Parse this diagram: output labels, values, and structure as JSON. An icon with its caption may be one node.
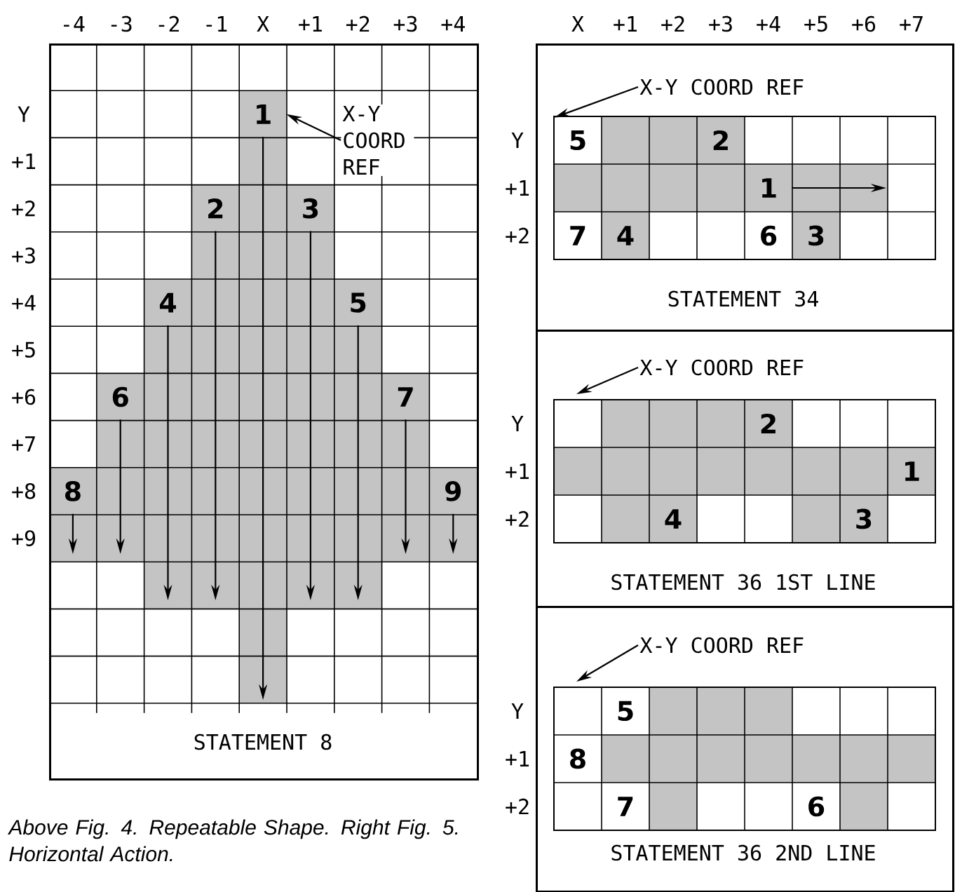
{
  "diagram": {
    "caption": "Above Fig. 4. Repeatable Shape. Right Fig. 5. Horizontal Action.",
    "nodes": [
      {
        "text": [
          "STATEMENT 8"
        ]
      },
      {
        "text": [
          "1"
        ],
        "in": 0
      },
      {
        "text": [
          "2"
        ],
        "in": 0
      },
      {
        "text": [
          "3"
        ],
        "in": 0
      },
      {
        "text": [
          "4"
        ],
        "in": 0
      },
      {
        "text": [
          "5"
        ],
        "in": 0
      },
      {
        "text": [
          "6"
        ],
        "in": 0
      },
      {
        "text": [
          "7"
        ],
        "in": 0
      },
      {
        "text": [
          "8"
        ],
        "in": 0
      },
      {
        "text": [
          "9"
        ],
        "in": 0
      },
      {
        "text": [
          "X-Y COORD REF"
        ],
        "in": 0
      },
      {
        "text": [
          "STATEMENT 34"
        ]
      },
      {
        "text": [
          "X-Y COORD REF"
        ],
        "in": 11
      },
      {
        "text": [
          "5"
        ],
        "in": 11
      },
      {
        "text": [
          "2"
        ],
        "in": 11
      },
      {
        "text": [
          "1"
        ],
        "in": 11
      },
      {
        "text": [
          "7"
        ],
        "in": 11
      },
      {
        "text": [
          "4"
        ],
        "in": 11
      },
      {
        "text": [
          "6"
        ],
        "in": 11
      },
      {
        "text": [
          "3"
        ],
        "in": 11
      },
      {
        "text": [
          "STATEMENT 36 1ST LINE"
        ]
      },
      {
        "text": [
          "X-Y COORD REF"
        ],
        "in": 20
      },
      {
        "text": [
          "2"
        ],
        "in": 20
      },
      {
        "text": [
          "1"
        ],
        "in": 20
      },
      {
        "text": [
          "4"
        ],
        "in": 20
      },
      {
        "text": [
          "3"
        ],
        "in": 20
      },
      {
        "text": [
          "STATEMENT 36 2ND LINE"
        ]
      },
      {
        "text": [
          "X-Y COORD REF"
        ],
        "in": 26
      },
      {
        "text": [
          "5"
        ],
        "in": 26
      },
      {
        "text": [
          "8"
        ],
        "in": 26
      },
      {
        "text": [
          "7"
        ],
        "in": 26
      },
      {
        "text": [
          "6"
        ],
        "in": 26
      }
    ],
    "edges": [
      {
        "from": 1,
        "to": null,
        "arrow": "to"
      },
      {
        "from": 2,
        "to": null,
        "arrow": "to"
      },
      {
        "from": 3,
        "to": null,
        "arrow": "to"
      },
      {
        "from": 4,
        "to": null,
        "arrow": "to"
      },
      {
        "from": 5,
        "to": null,
        "arrow": "to"
      },
      {
        "from": 6,
        "to": null,
        "arrow": "to"
      },
      {
        "from": 7,
        "to": null,
        "arrow": "to"
      },
      {
        "from": 8,
        "to": null,
        "arrow": "to"
      },
      {
        "from": 9,
        "to": null,
        "arrow": "to"
      },
      {
        "from": 10,
        "to": 1,
        "arrow": "to"
      },
      {
        "from": 12,
        "to": 13,
        "arrow": "to"
      },
      {
        "from": 15,
        "to": null,
        "arrow": "to"
      },
      {
        "from": 21,
        "to": null,
        "arrow": "to"
      },
      {
        "from": 27,
        "to": null,
        "arrow": "to"
      }
    ],
    "labels": [
      "-4",
      "-3",
      "-2",
      "-1",
      "X",
      "+1",
      "+2",
      "+3",
      "+4",
      "X",
      "+1",
      "+2",
      "+3",
      "+4",
      "+5",
      "+6",
      "+7",
      "Y",
      "+1",
      "+2",
      "+3",
      "+4",
      "+5",
      "+6",
      "+7",
      "+8",
      "+9",
      "Y",
      "+1",
      "+2",
      "Y",
      "+1",
      "+2",
      "Y",
      "+1",
      "+2"
    ]
  }
}
